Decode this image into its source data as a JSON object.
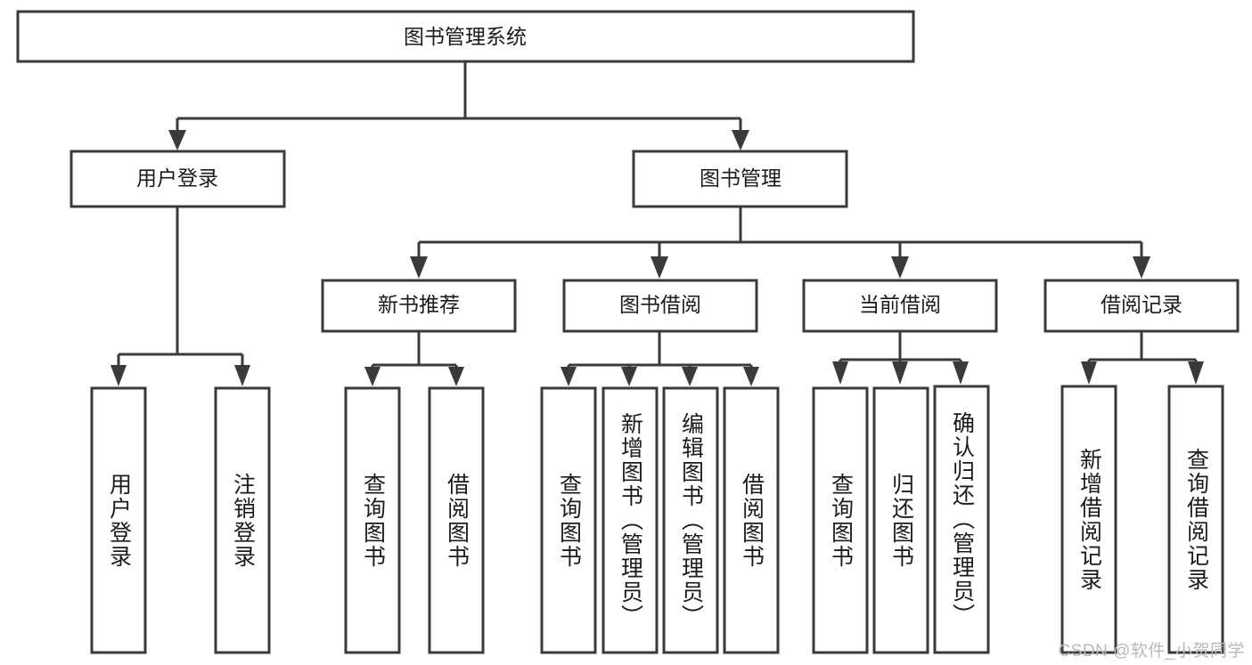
{
  "diagram": {
    "title": "图书管理系统",
    "type": "tree-hierarchy",
    "root": {
      "label": "图书管理系统"
    },
    "level2": [
      {
        "label": "用户登录"
      },
      {
        "label": "图书管理"
      }
    ],
    "level3": [
      {
        "label": "新书推荐"
      },
      {
        "label": "图书借阅"
      },
      {
        "label": "当前借阅"
      },
      {
        "label": "借阅记录"
      }
    ],
    "leaves": {
      "user_login": [
        {
          "label": "用户登录"
        },
        {
          "label": "注销登录"
        }
      ],
      "new_book_recommend": [
        {
          "label": "查询图书"
        },
        {
          "label": "借阅图书"
        }
      ],
      "book_borrow": [
        {
          "label": "查询图书"
        },
        {
          "label": "新增图书（管理员）"
        },
        {
          "label": "编辑图书（管理员）"
        },
        {
          "label": "借阅图书"
        }
      ],
      "current_borrow": [
        {
          "label": "查询图书"
        },
        {
          "label": "归还图书"
        },
        {
          "label": "确认归还（管理员）"
        }
      ],
      "borrow_record": [
        {
          "label": "新增借阅记录"
        },
        {
          "label": "查询借阅记录"
        }
      ]
    }
  },
  "watermark": {
    "text": "CSDN @软件_小贺同学"
  },
  "colors": {
    "stroke": "#3a3a3a",
    "box_fill": "#ffffff",
    "text": "#1b1b1b",
    "watermark": "#b9b9b9",
    "background": "#ffffff"
  }
}
